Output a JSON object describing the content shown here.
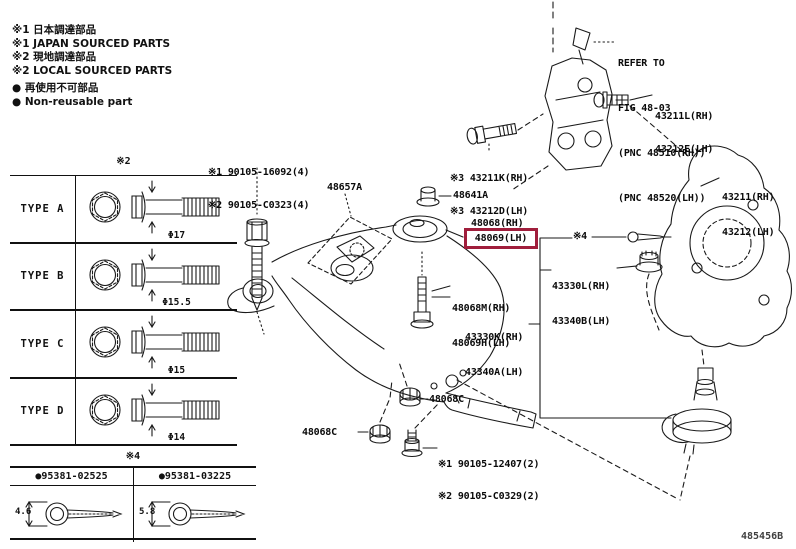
{
  "colors": {
    "highlight": "#A01E3C",
    "ink": "#1a1a1a"
  },
  "legend": {
    "lines": [
      "※1 日本調達部品",
      "※1 JAPAN SOURCED PARTS",
      "※2 現地調達部品",
      "※2 LOCAL SOURCED PARTS",
      "● 再使用不可部品",
      "● Non-reusable part"
    ]
  },
  "type_table": {
    "header": "※2",
    "rows": [
      {
        "label": "TYPE A",
        "diameter": "Φ17"
      },
      {
        "label": "TYPE B",
        "diameter": "Φ15.5"
      },
      {
        "label": "TYPE C",
        "diameter": "Φ15"
      },
      {
        "label": "TYPE D",
        "diameter": "Φ14"
      }
    ]
  },
  "pin_table": {
    "header": "※4",
    "cells": [
      {
        "part_number": "●95381-02525",
        "dimension": "4.6"
      },
      {
        "part_number": "●95381-03225",
        "dimension": "5.8"
      }
    ]
  },
  "callouts": {
    "refer_to": {
      "line1": "REFER TO",
      "line2": "FIG 48-03",
      "line3": "(PNC 48510(RH))",
      "line4": "(PNC 48520(LH))"
    },
    "strut_bolt": {
      "rh": "43211L(RH)",
      "lh": "43212E(LH)"
    },
    "arm_front_bolt": {
      "line1": "※1 90105-16092(4)",
      "line2": "※2 90105-C0323(4)"
    },
    "plate": "48657A",
    "knuckle_bolt": {
      "rh": "※3 43211K(RH)",
      "lh": "※3 43212D(LH)"
    },
    "rear_nut": "48641A",
    "lower_arm": {
      "rh": "48068(RH)",
      "lh": "48069(LH)"
    },
    "cotter_pin_ref": "※4",
    "ball_joint_nut": {
      "rh": "43330L(RH)",
      "lh": "43340B(LH)"
    },
    "knuckle": {
      "rh": "43211(RH)",
      "lh": "43212(LH)"
    },
    "arm_set_bolt": {
      "rh": "48068M(RH)",
      "lh": "48069H(LH)"
    },
    "ball_joint": {
      "rh": "43330K(RH)",
      "lh": "43340A(LH)"
    },
    "nut_upper": "48068C",
    "nut_lower": "48068C",
    "stab_bolt": {
      "line1": "※1 90105-12407(2)",
      "line2": "※2 90105-C0329(2)"
    }
  },
  "footer": {
    "drawing_number": "485456B"
  }
}
